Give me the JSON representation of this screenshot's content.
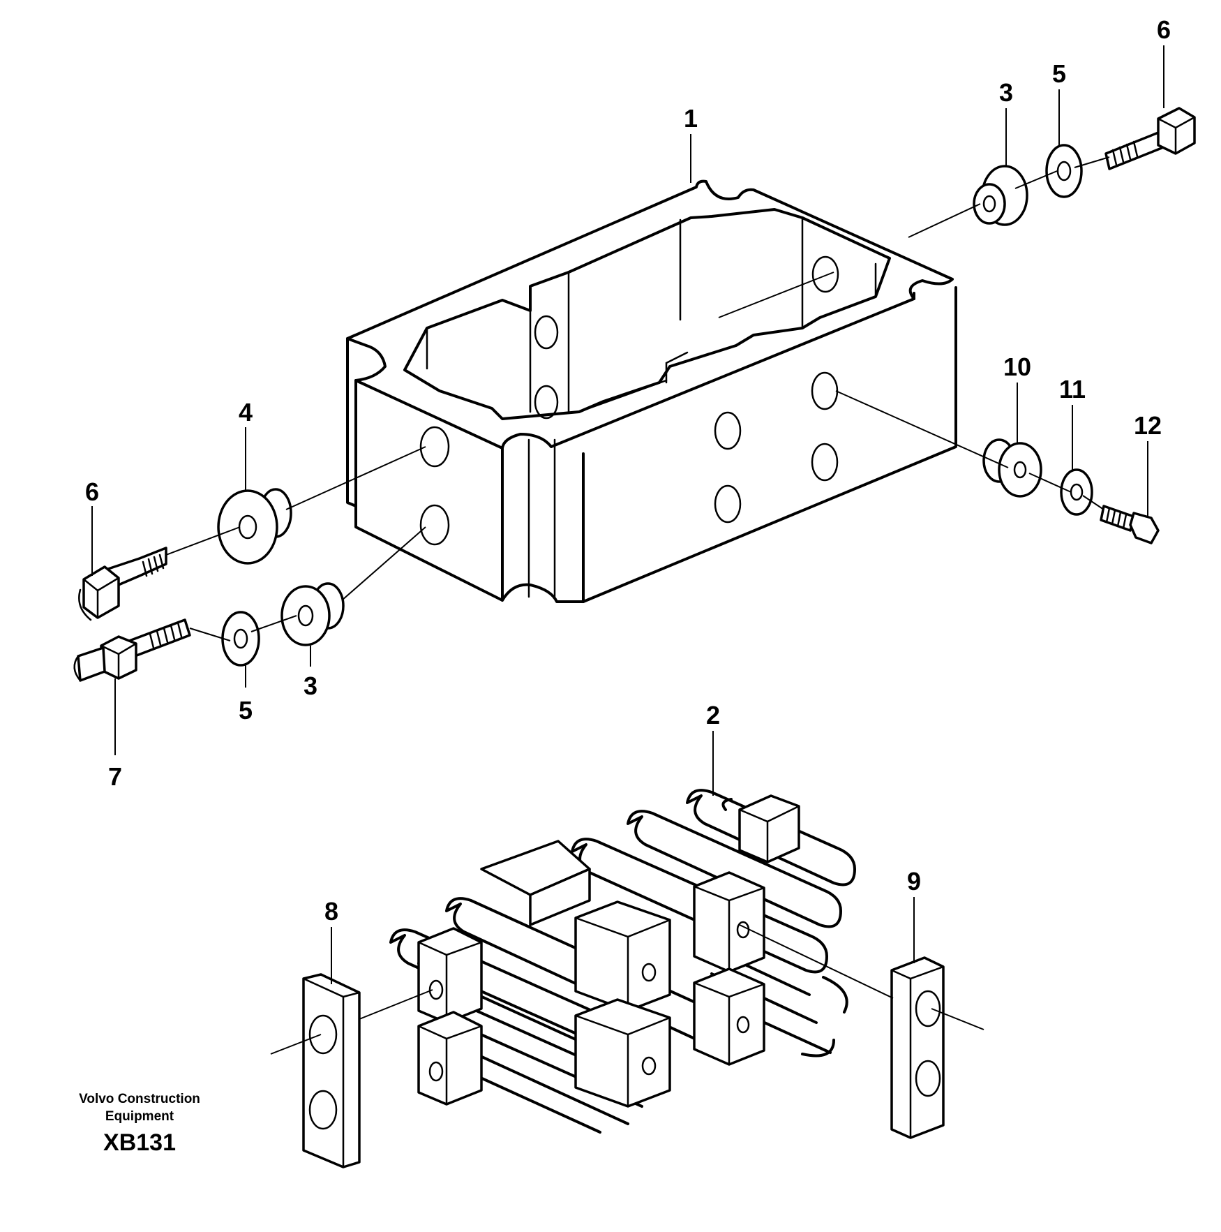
{
  "callouts": {
    "c1": "1",
    "c2": "2",
    "c3a": "3",
    "c3b": "3",
    "c4": "4",
    "c5a": "5",
    "c5b": "5",
    "c6a": "6",
    "c6b": "6",
    "c7": "7",
    "c8": "8",
    "c9": "9",
    "c10": "10",
    "c11": "11",
    "c12": "12"
  },
  "footer": {
    "brand_line1": "Volvo Construction",
    "brand_line2": "Equipment",
    "figure_code": "XB131"
  }
}
